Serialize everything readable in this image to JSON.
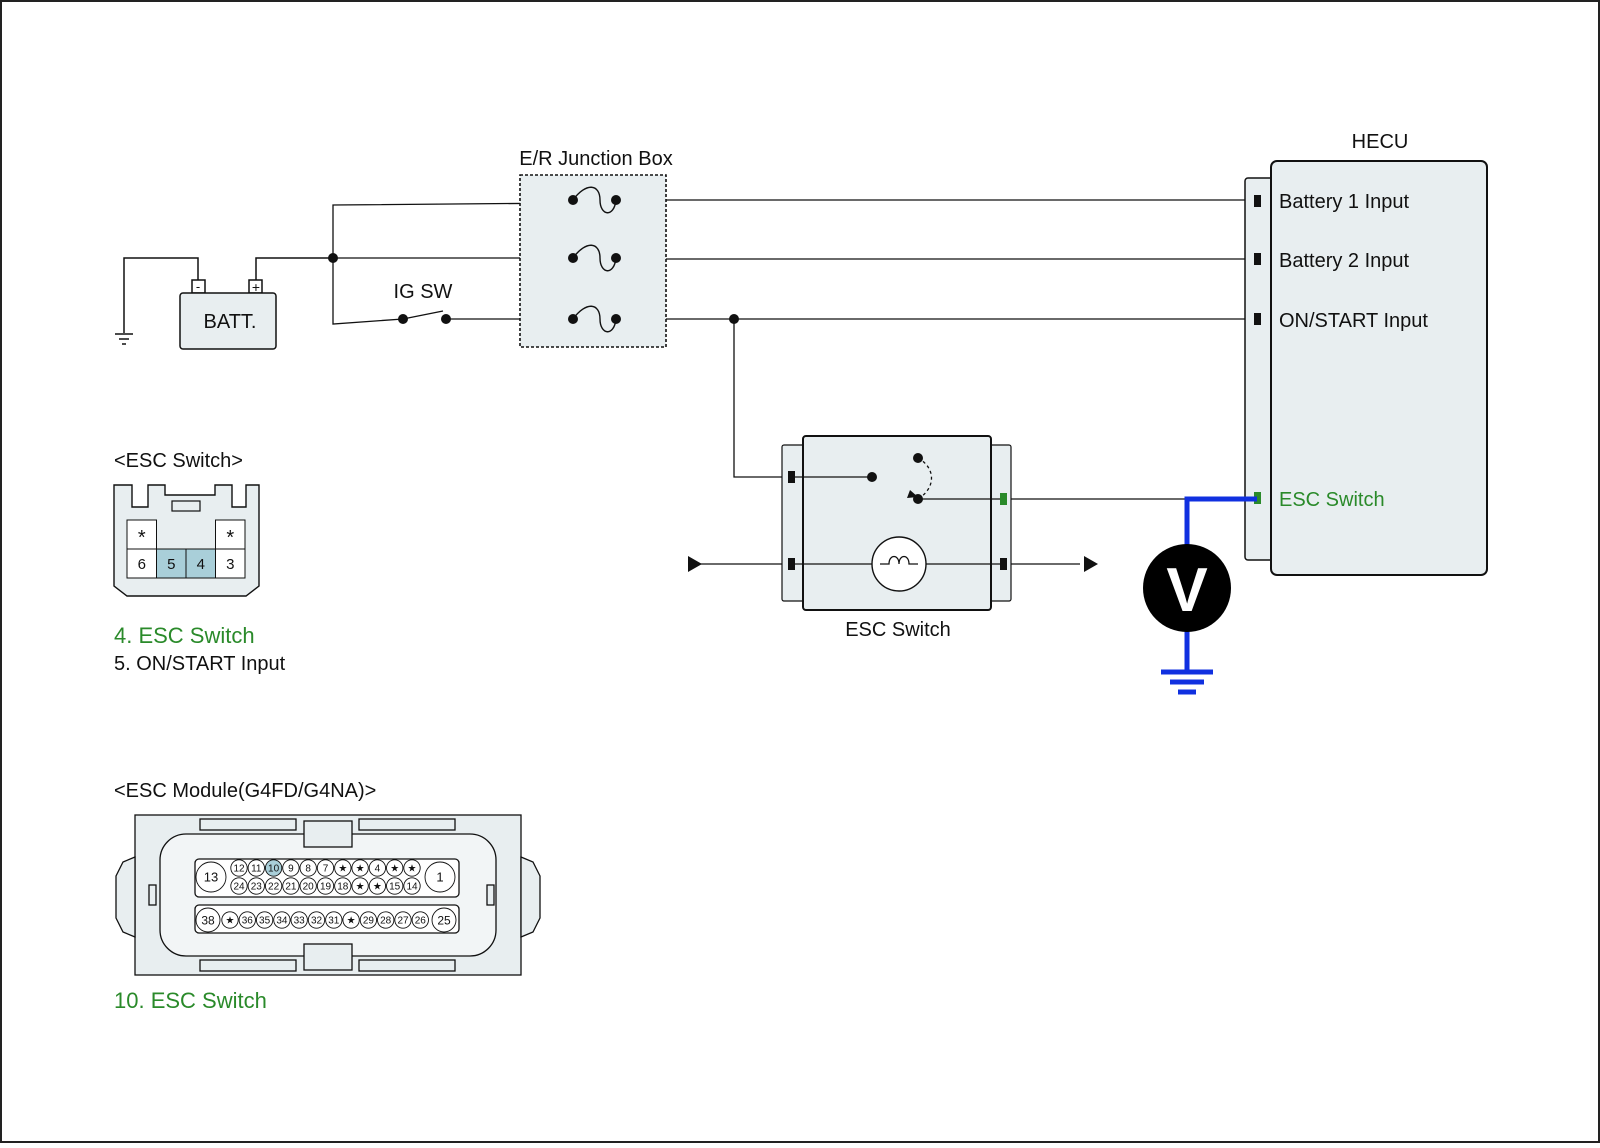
{
  "colors": {
    "wire": "#111111",
    "highlight_wire": "#1030e0",
    "accent_green": "#2a8a2a",
    "box_fill": "#e8eef0",
    "pin_highlight": "#a9cfd9",
    "meter_fill": "#000000",
    "meter_text": "#ffffff"
  },
  "hecu": {
    "title": "HECU",
    "inputs": {
      "battery1": "Battery 1 Input",
      "battery2": "Battery 2 Input",
      "on_start": "ON/START Input",
      "esc_switch": "ESC Switch"
    }
  },
  "junction_box": {
    "title": "E/R Junction Box"
  },
  "battery": {
    "label": "BATT.",
    "neg": "-",
    "pos": "+"
  },
  "ig_switch": {
    "label": "IG SW"
  },
  "esc_switch_component": {
    "label": "ESC Switch"
  },
  "voltmeter": {
    "label": "V"
  },
  "esc_switch_connector": {
    "title": "<ESC Switch>",
    "top_row": [
      "*",
      "",
      "",
      "*"
    ],
    "bottom_row": [
      "6",
      "5",
      "4",
      "3"
    ],
    "notes": [
      {
        "text": "4. ESC Switch",
        "highlight": true
      },
      {
        "text": "5. ON/START Input",
        "highlight": false
      }
    ]
  },
  "esc_module_connector": {
    "title": "<ESC Module(G4FD/G4NA)>",
    "big_pins": {
      "left_top": "13",
      "right_top": "1",
      "left_bottom": "38",
      "right_bottom": "25"
    },
    "row1": [
      "12",
      "11",
      "10",
      "9",
      "8",
      "7",
      "★",
      "★",
      "4",
      "★",
      "★"
    ],
    "row2": [
      "24",
      "23",
      "22",
      "21",
      "20",
      "19",
      "18",
      "★",
      "★",
      "15",
      "14"
    ],
    "row3": [
      "★",
      "36",
      "35",
      "34",
      "33",
      "32",
      "31",
      "★",
      "29",
      "28",
      "27",
      "26"
    ],
    "highlight_pin": "10",
    "note": "10. ESC Switch"
  }
}
